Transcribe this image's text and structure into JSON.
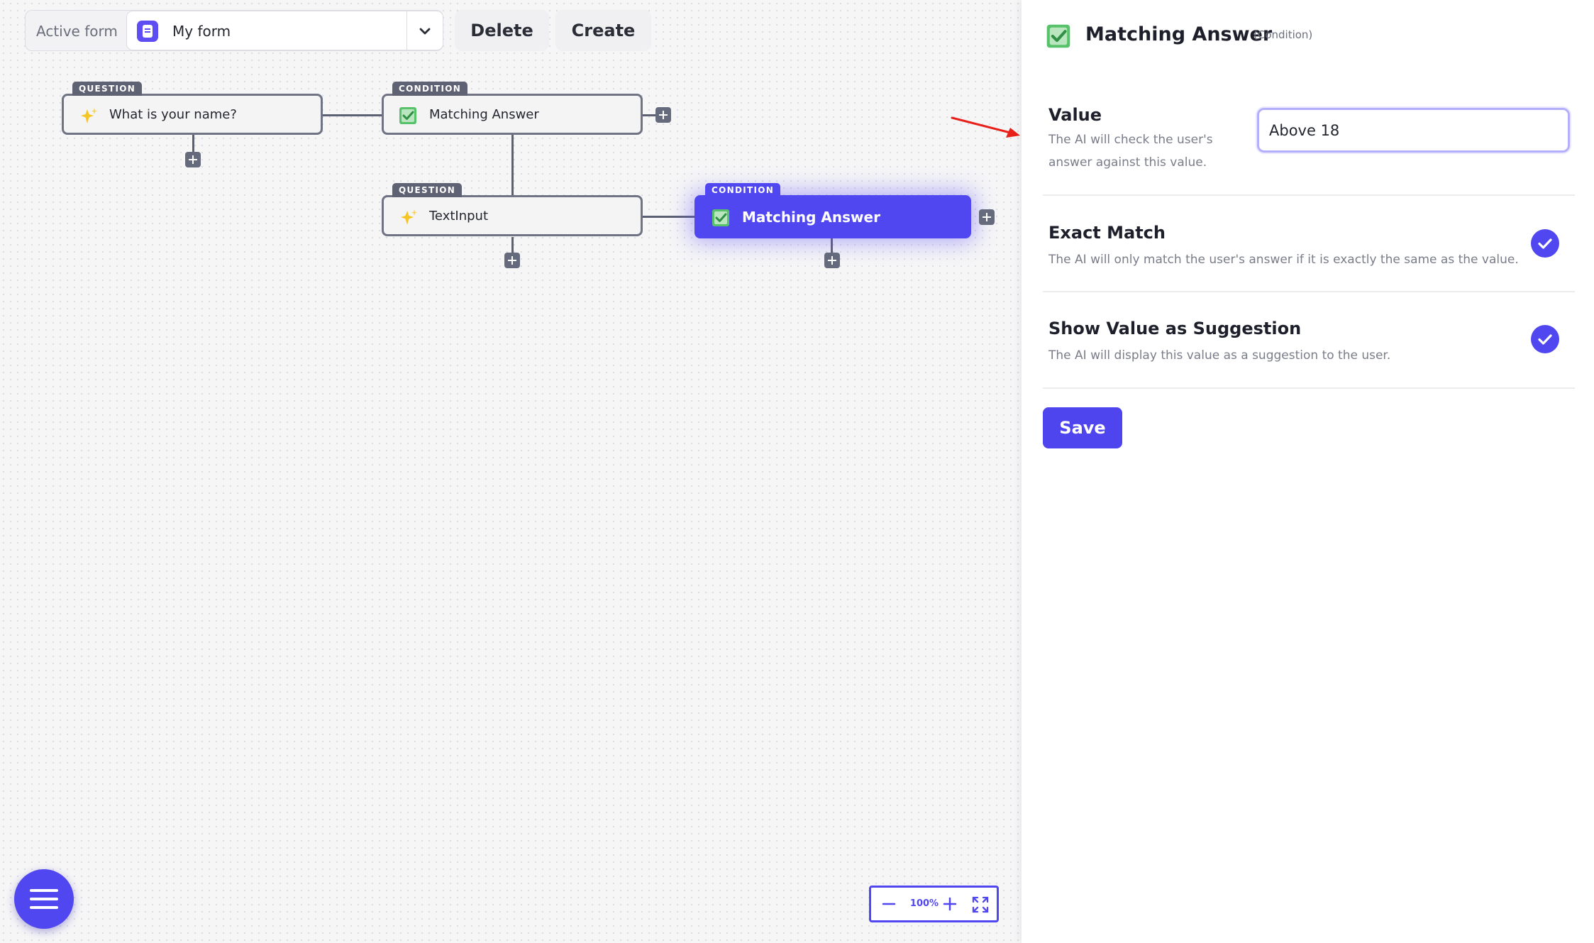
{
  "toolbar": {
    "active_form_label": "Active form",
    "selected_form": "My form",
    "delete_label": "Delete",
    "create_label": "Create"
  },
  "flow": {
    "nodes": [
      {
        "tag": "QUESTION",
        "label": "What is your name?",
        "icon": "sparkles-icon"
      },
      {
        "tag": "CONDITION",
        "label": "Matching Answer",
        "icon": "checkbox-icon"
      },
      {
        "tag": "QUESTION",
        "label": "TextInput",
        "icon": "sparkles-icon"
      },
      {
        "tag": "CONDITION",
        "label": "Matching Answer",
        "icon": "checkbox-icon",
        "selected": true
      }
    ]
  },
  "zoom": {
    "level": "100%"
  },
  "panel": {
    "title": "Matching Answer",
    "subtitle": "(Condition)",
    "value": {
      "title": "Value",
      "description_line1": "The AI will check the user's",
      "description_line2": "answer against this value.",
      "input_value": "Above 18"
    },
    "exact_match": {
      "title": "Exact Match",
      "description": "The AI will only match the user's answer if it is exactly the same as the value.",
      "checked": true
    },
    "show_suggestion": {
      "title": "Show Value as Suggestion",
      "description": "The AI will display this value as a suggestion to the user.",
      "checked": true
    },
    "save_label": "Save"
  },
  "colors": {
    "accent": "#5147f0",
    "node_border": "#6f7384",
    "check_green": "#46b55a",
    "annotation_arrow": "#e8201a"
  }
}
